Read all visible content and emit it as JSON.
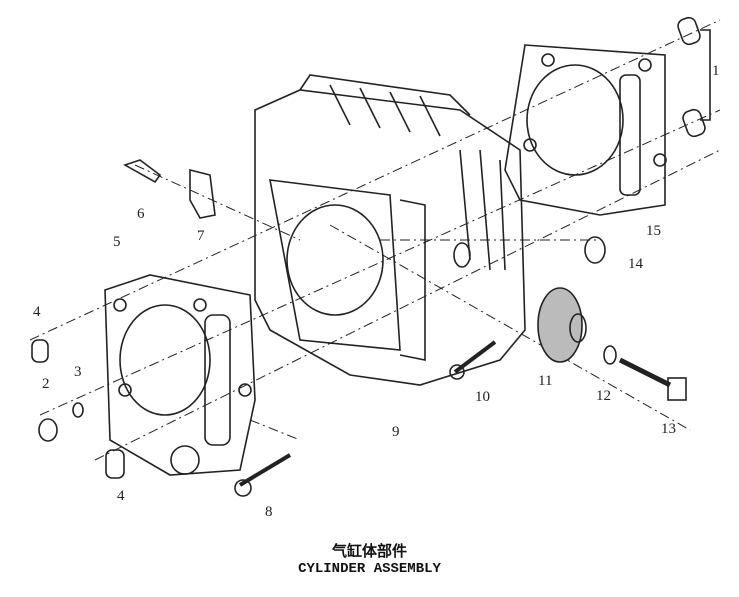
{
  "diagram": {
    "caption_chinese": "气缸体部件",
    "caption_english": "CYLINDER ASSEMBLY",
    "callouts": [
      {
        "id": "c1",
        "label": "1"
      },
      {
        "id": "c2",
        "label": "2"
      },
      {
        "id": "c3",
        "label": "3"
      },
      {
        "id": "c4a",
        "label": "4"
      },
      {
        "id": "c4b",
        "label": "4"
      },
      {
        "id": "c5",
        "label": "5"
      },
      {
        "id": "c6",
        "label": "6"
      },
      {
        "id": "c7",
        "label": "7"
      },
      {
        "id": "c8",
        "label": "8"
      },
      {
        "id": "c9",
        "label": "9"
      },
      {
        "id": "c10",
        "label": "10"
      },
      {
        "id": "c11",
        "label": "11"
      },
      {
        "id": "c12",
        "label": "12"
      },
      {
        "id": "c13",
        "label": "13"
      },
      {
        "id": "c14",
        "label": "14"
      },
      {
        "id": "c15",
        "label": "15"
      }
    ]
  }
}
